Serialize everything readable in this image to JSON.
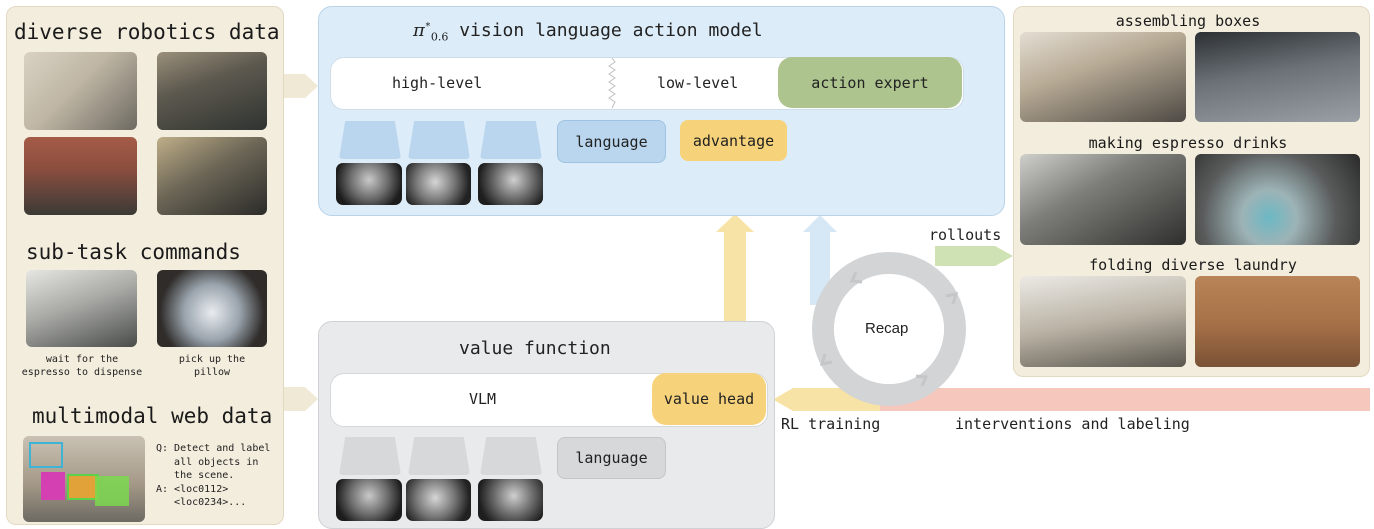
{
  "left_panel": {
    "robotics_heading": "diverse robotics data",
    "subtask_heading": "sub-task commands",
    "subtask_captions": [
      "wait for the\nespresso to dispense",
      "pick up the\npillow"
    ],
    "web_heading": "multimodal web data",
    "web_qa": "Q: Detect and label\n   all objects in\n   the scene.\nA: <loc0112>\n   <loc0234>..."
  },
  "vla": {
    "title_symbol": "π",
    "title_sup": "*",
    "title_sub": "0.6",
    "title_text": " vision language action model",
    "high_level": "high-level",
    "low_level": "low-level",
    "action_expert": "action expert",
    "language": "language",
    "advantage": "advantage"
  },
  "value_function": {
    "title": "value function",
    "vlm": "VLM",
    "value_head": "value head",
    "language": "language"
  },
  "loop": {
    "recap": "Recap",
    "rollouts": "rollouts",
    "rl_training": "RL training",
    "interventions": "interventions and labeling"
  },
  "right_panel": {
    "tasks": [
      "assembling boxes",
      "making espresso drinks",
      "folding diverse laundry"
    ]
  },
  "colors": {
    "panel_beige": "#f3eddd",
    "vla_blue": "#dcecf8",
    "value_gray": "#e9eaec",
    "action_green": "#adc48e",
    "advantage_yellow": "#f6d37a",
    "language_blue": "#b9d6ee",
    "arrow_yellow": "#f8e3a6",
    "arrow_green": "#cfe2b3",
    "arrow_red": "#f6c7bd"
  }
}
